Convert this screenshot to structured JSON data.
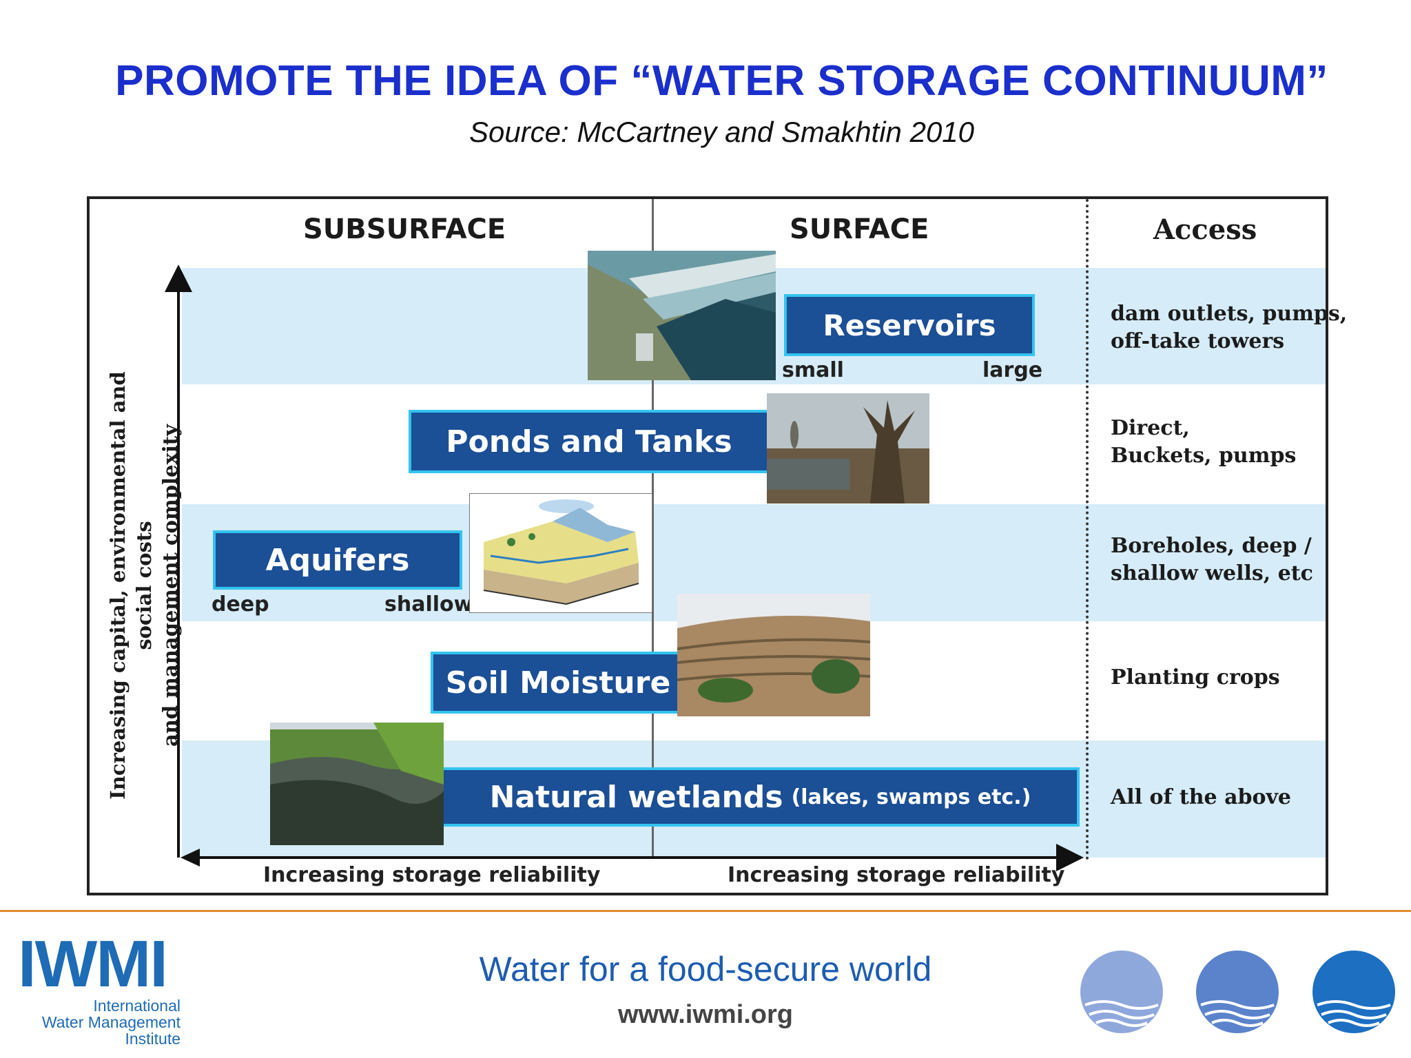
{
  "title": "PROMOTE THE IDEA OF “WATER STORAGE CONTINUUM”",
  "source": "Source: McCartney and Smakhtin 2010",
  "diagram": {
    "columns": {
      "subsurface": "SUBSURFACE",
      "surface": "SURFACE",
      "access": "Access"
    },
    "y_axis_label_line1": "Increasing capital, environmental and social costs",
    "y_axis_label_line2": "and management complexity",
    "x_axis_label_left": "Increasing storage reliability",
    "x_axis_label_right": "Increasing storage reliability",
    "rows": [
      {
        "bar": "Reservoirs",
        "left_label": "small",
        "right_label": "large",
        "access_line1": "dam outlets, pumps,",
        "access_line2": "off-take towers"
      },
      {
        "bar": "Ponds and Tanks",
        "access_line1": "Direct,",
        "access_line2": "Buckets, pumps"
      },
      {
        "bar": "Aquifers",
        "left_label": "deep",
        "right_label": "shallow",
        "access_line1": "Boreholes, deep /",
        "access_line2": "shallow wells, etc"
      },
      {
        "bar": "Soil Moisture",
        "access_line1": "Planting crops"
      },
      {
        "bar": "Natural wetlands",
        "bar_sub": "(lakes, swamps etc.)",
        "access_line1": "All of the above"
      }
    ]
  },
  "footer": {
    "logo_text": "IWMI",
    "logo_sub1": "International",
    "logo_sub2": "Water Management",
    "logo_sub3": "Institute",
    "tagline": "Water for a food-secure world",
    "url": "www.iwmi.org"
  },
  "colors": {
    "title": "#1a2fcc",
    "bar_fill": "#1b4f96",
    "bar_border": "#33c3f0",
    "band": "#d6ecf8",
    "rule": "#e08a2e"
  }
}
